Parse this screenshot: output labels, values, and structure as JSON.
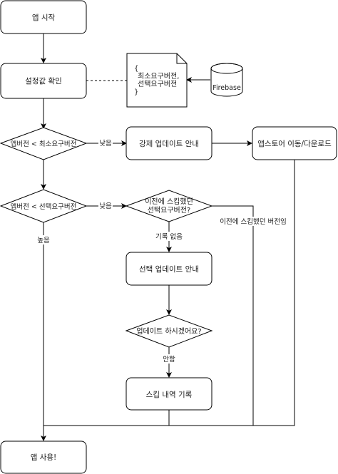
{
  "nodes": {
    "app_start": "앱 시작",
    "check_settings": "설정값 확인",
    "note_brace_open": "{",
    "note_min_version": "최소요구버전,",
    "note_selected_version": "선택요구버전",
    "note_brace_close": "}",
    "firebase": "Firebase",
    "decision_min": "앱버전 < 최소요구버전",
    "force_update": "강제 업데이트 안내",
    "app_store": "앱스토어 이동/다운로드",
    "decision_selected": "앱버전 < 선택요구버전",
    "decision_skipped_line1": "이전에 스킵했던",
    "decision_skipped_line2": "선택요구버전?",
    "selective_update": "선택 업데이트 안내",
    "decision_update": "업데이트 하시겠어요?",
    "skip_record": "스킵 내역 기록",
    "app_use": "앱 사용!"
  },
  "edge_labels": {
    "low_1": "낮음",
    "low_2": "낮음",
    "high": "높음",
    "no_record": "기록 없음",
    "skipped_version": "이전에 스킵했던 버전임",
    "no": "안함"
  },
  "colors": {
    "stroke": "#000000",
    "fill": "#ffffff",
    "text": "#1a1a1a"
  }
}
